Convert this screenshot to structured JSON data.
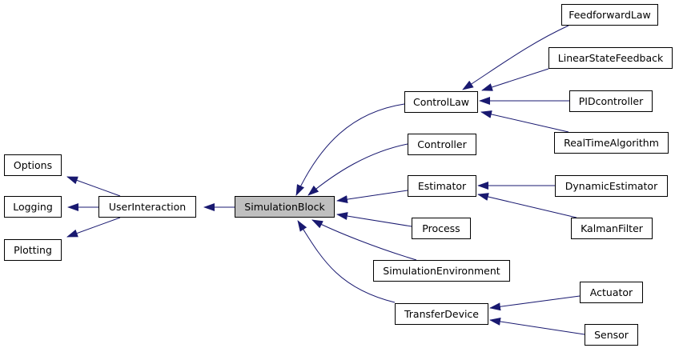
{
  "diagram": {
    "type": "class-inheritance-graph",
    "edge_color": "#191970",
    "nodes": {
      "options": "Options",
      "logging": "Logging",
      "plotting": "Plotting",
      "userinteraction": "UserInteraction",
      "simulationblock": "SimulationBlock",
      "controllaw": "ControlLaw",
      "controller": "Controller",
      "estimator": "Estimator",
      "process": "Process",
      "simulationenvironment": "SimulationEnvironment",
      "transferdevice": "TransferDevice",
      "feedforwardlaw": "FeedforwardLaw",
      "linearstatefeedback": "LinearStateFeedback",
      "pidcontroller": "PIDcontroller",
      "realtimealgorithm": "RealTimeAlgorithm",
      "dynamicestimator": "DynamicEstimator",
      "kalmanfilter": "KalmanFilter",
      "actuator": "Actuator",
      "sensor": "Sensor"
    },
    "edges": [
      {
        "child": "userinteraction",
        "parent": "options"
      },
      {
        "child": "userinteraction",
        "parent": "logging"
      },
      {
        "child": "userinteraction",
        "parent": "plotting"
      },
      {
        "child": "simulationblock",
        "parent": "userinteraction"
      },
      {
        "child": "controllaw",
        "parent": "simulationblock"
      },
      {
        "child": "controller",
        "parent": "simulationblock"
      },
      {
        "child": "estimator",
        "parent": "simulationblock"
      },
      {
        "child": "process",
        "parent": "simulationblock"
      },
      {
        "child": "simulationenvironment",
        "parent": "simulationblock"
      },
      {
        "child": "transferdevice",
        "parent": "simulationblock"
      },
      {
        "child": "feedforwardlaw",
        "parent": "controllaw"
      },
      {
        "child": "linearstatefeedback",
        "parent": "controllaw"
      },
      {
        "child": "pidcontroller",
        "parent": "controllaw"
      },
      {
        "child": "realtimealgorithm",
        "parent": "controllaw"
      },
      {
        "child": "dynamicestimator",
        "parent": "estimator"
      },
      {
        "child": "kalmanfilter",
        "parent": "estimator"
      },
      {
        "child": "actuator",
        "parent": "transferdevice"
      },
      {
        "child": "sensor",
        "parent": "transferdevice"
      }
    ]
  }
}
